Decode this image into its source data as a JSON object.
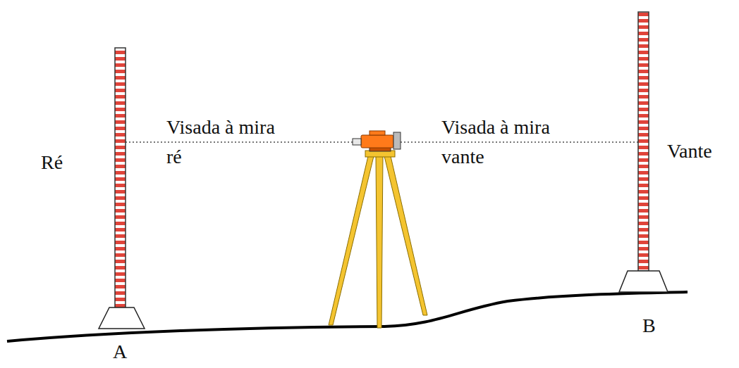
{
  "diagram": {
    "labels": [
      "Ré",
      "Visada à mira ré",
      "Visada à mira vante",
      "Vante",
      "A",
      "B"
    ]
  }
}
